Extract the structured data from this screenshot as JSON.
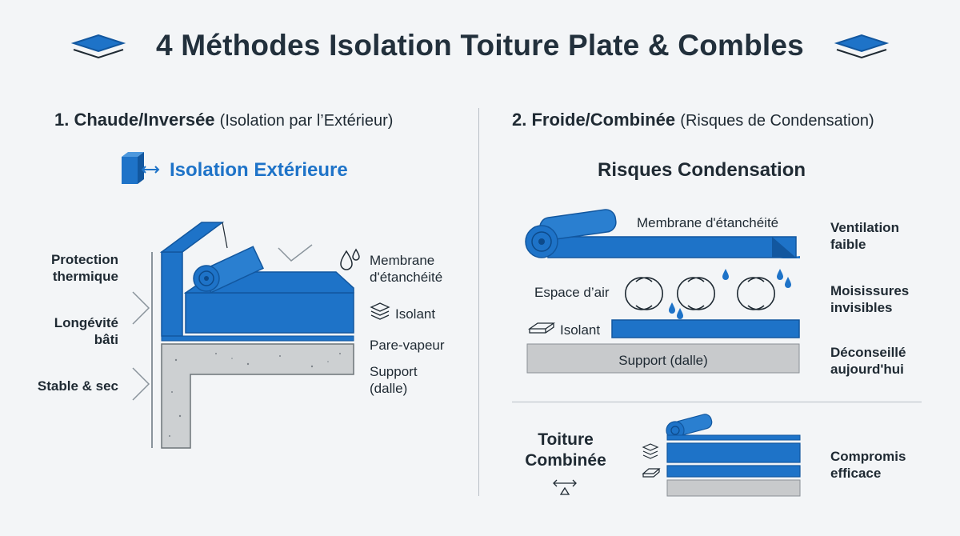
{
  "title": "4 Méthodes Isolation Toiture Plate & Combles",
  "left": {
    "heading_bold": "1. Chaude/Inversée",
    "heading_sub": "(Isolation par l’Extérieur)",
    "subtitle": "Isolation Extérieure",
    "benefits": [
      "Protection thermique",
      "Longévité bâti",
      "Stable & sec"
    ],
    "layers": {
      "membrane": "Membrane d'étanchéité",
      "isolant": "Isolant",
      "pare_vapeur": "Pare-vapeur",
      "support": "Support (dalle)"
    }
  },
  "right": {
    "heading_bold": "2. Froide/Combinée",
    "heading_sub": "(Risques de Condensation)",
    "subtitle": "Risques Condensation",
    "membrane": "Membrane d'étanchéité",
    "air_gap": "Espace d’air",
    "isolant": "Isolant",
    "support": "Support (dalle)",
    "issues": [
      "Ventilation faible",
      "Moisissures invisibles",
      "Déconseillé aujourd'hui"
    ],
    "combined_title": "Toiture Combinée",
    "combined_note": "Compromis efficace"
  },
  "colors": {
    "blue": "#1e73c8",
    "dark_blue": "#12579f",
    "concrete": "#c8cacc",
    "text": "#1f2a33"
  }
}
